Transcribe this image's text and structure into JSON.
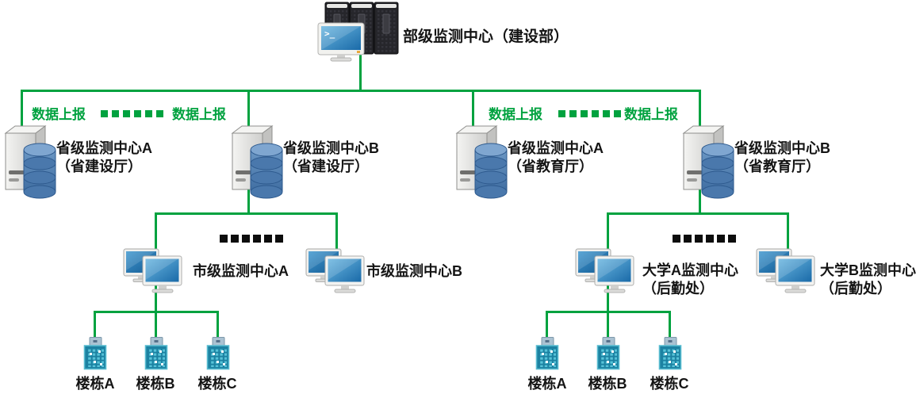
{
  "diagram": {
    "title_node": {
      "label": "部级监测中心（建设部）"
    },
    "report_label": "数据上报",
    "provinces": [
      {
        "name": "省级监测中心A",
        "dept": "（省建设厅）"
      },
      {
        "name": "省级监测中心B",
        "dept": "（省建设厅）"
      },
      {
        "name": "省级监测中心A",
        "dept": "（省教育厅）"
      },
      {
        "name": "省级监测中心B",
        "dept": "（省教育厅）"
      }
    ],
    "tier3": [
      {
        "name": "市级监测中心A"
      },
      {
        "name": "市级监测中心B"
      },
      {
        "name": "大学A监测中心",
        "dept": "（后勤处）"
      },
      {
        "name": "大学B监测中心",
        "dept": "（后勤处）"
      }
    ],
    "buildings_left": [
      "楼栋A",
      "楼栋B",
      "楼栋C"
    ],
    "buildings_right": [
      "楼栋A",
      "楼栋B",
      "楼栋C"
    ],
    "colors": {
      "line_green": "#00a23f",
      "text": "#141414"
    }
  }
}
